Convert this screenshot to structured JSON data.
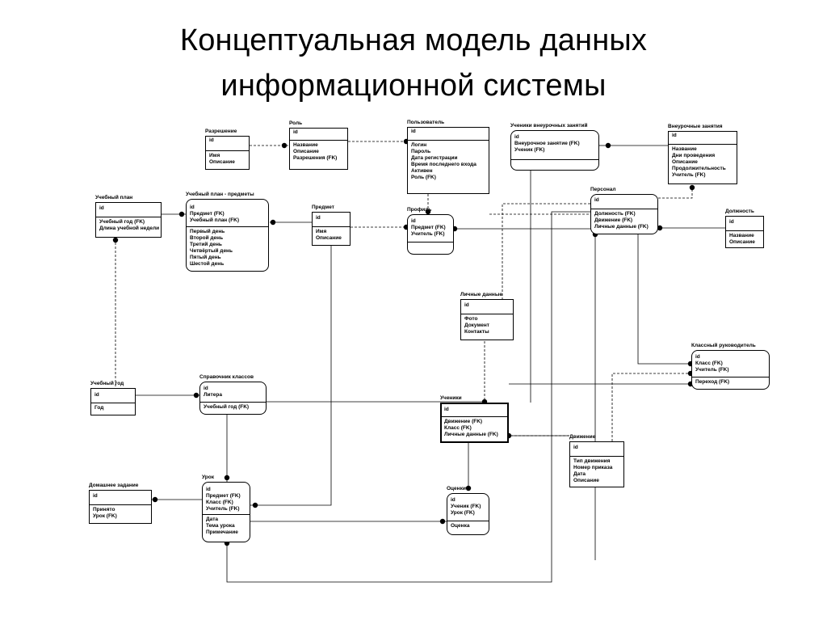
{
  "title": {
    "line1": "Концептуальная модель данных",
    "line2": "информационной системы"
  },
  "entities": {
    "razreshenie": {
      "name": "Разрешение",
      "key": [
        "id"
      ],
      "attrs": [
        "Имя",
        "Описание"
      ]
    },
    "rol": {
      "name": "Роль",
      "key": [
        "id"
      ],
      "attrs": [
        "Название",
        "Описание",
        "Разрешения (FK)"
      ]
    },
    "polzovatel": {
      "name": "Пользователь",
      "key": [
        "id"
      ],
      "attrs": [
        "Логин",
        "Пароль",
        "Дата регистрации",
        "Время последнего входа",
        "Активен",
        "Роль (FK)"
      ]
    },
    "ucheniki_vneur": {
      "name": "Ученики внеурочных занятий",
      "key": [
        "id",
        "Внеурочное занятие (FK)",
        "Ученик (FK)"
      ],
      "attrs": []
    },
    "vneur_zanyatiya": {
      "name": "Внеурочные занятия",
      "key": [
        "id"
      ],
      "attrs": [
        "Название",
        "Дни проведения",
        "Описание",
        "Продолжительность",
        "Учитель (FK)"
      ]
    },
    "uchebny_plan": {
      "name": "Учебный план",
      "key": [
        "id"
      ],
      "attrs": [
        "Учебный год (FK)",
        "Длина учебной недели"
      ]
    },
    "uchebny_plan_predmety": {
      "name": "Учебный план - предметы",
      "key": [
        "id",
        "Предмет (FK)",
        "Учебный план (FK)"
      ],
      "attrs": [
        "Первый день",
        "Второй день",
        "Третий день",
        "Четвёртый день",
        "Пятый день",
        "Шестой день"
      ]
    },
    "predmet": {
      "name": "Предмет",
      "key": [
        "id"
      ],
      "attrs": [
        "Имя",
        "Описание"
      ]
    },
    "profil": {
      "name": "Профиль",
      "key": [
        "id",
        "Предмет (FK)",
        "Учитель (FK)"
      ],
      "attrs": []
    },
    "personal": {
      "name": "Персонал",
      "key": [
        "id"
      ],
      "attrs": [
        "Должность (FK)",
        "Движение (FK)",
        "Личные данные (FK)"
      ]
    },
    "dolzhnost": {
      "name": "Должность",
      "key": [
        "id"
      ],
      "attrs": [
        "Название",
        "Описание"
      ]
    },
    "lichnye_dannye": {
      "name": "Личные данные",
      "key": [
        "id"
      ],
      "attrs": [
        "Фото",
        "Документ",
        "Контакты"
      ]
    },
    "klassny_ruk": {
      "name": "Классный руководитель",
      "key": [
        "id",
        "Класс (FK)",
        "Учитель (FK)"
      ],
      "attrs": [
        "Переход (FK)"
      ]
    },
    "uchebny_god": {
      "name": "Учебный год",
      "key": [
        "id"
      ],
      "attrs": [
        "Год"
      ]
    },
    "spravochnik_klassov": {
      "name": "Справочник классов",
      "key": [
        "id",
        "Литера"
      ],
      "attrs": [
        "Учебный год (FK)"
      ]
    },
    "ucheniki": {
      "name": "Ученики",
      "key": [
        "id"
      ],
      "attrs": [
        "Движение (FK)",
        "Класс (FK)",
        "Личные данные (FK)"
      ]
    },
    "dvizhenie": {
      "name": "Движение",
      "key": [
        "id"
      ],
      "attrs": [
        "Тип движения",
        "Номер приказа",
        "Дата",
        "Описание"
      ]
    },
    "domashnee_zadanie": {
      "name": "Домашнее задание",
      "key": [
        "id"
      ],
      "attrs": [
        "Принято",
        "Урок (FK)"
      ]
    },
    "urok": {
      "name": "Урок",
      "key": [
        "id",
        "Предмет (FK)",
        "Класс (FK)",
        "Учитель (FK)"
      ],
      "attrs": [
        "Дата",
        "Тема урока",
        "Примечание"
      ]
    },
    "ocenki": {
      "name": "Оценки",
      "key": [
        "id",
        "Ученик (FK)",
        "Урок (FK)"
      ],
      "attrs": [
        "Оценка"
      ]
    }
  }
}
